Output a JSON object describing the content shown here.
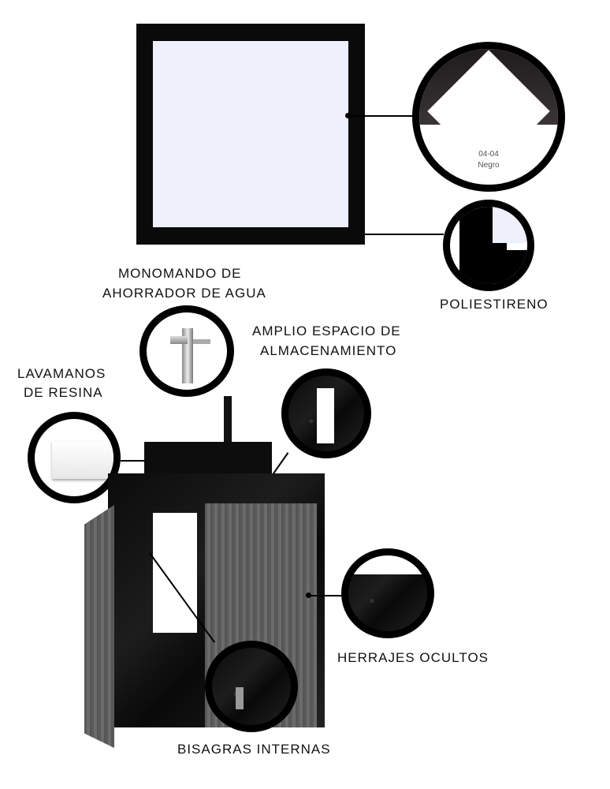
{
  "mirror": {
    "frame_color": "#0a0a0a",
    "glass_color": "#eef0fb"
  },
  "swatch": {
    "code": "04-04",
    "name": "Negro"
  },
  "labels": {
    "faucet_line1": "MONOMANDO DE",
    "faucet_line2": "AHORRADOR DE AGUA",
    "storage_line1": "AMPLIO ESPACIO DE",
    "storage_line2": "ALMACENAMIENTO",
    "sink_line1": "LAVAMANOS",
    "sink_line2": "DE RESINA",
    "frame_material": "POLIESTIRENO",
    "hardware": "HERRAJES OCULTOS",
    "hinges": "BISAGRAS INTERNAS"
  }
}
